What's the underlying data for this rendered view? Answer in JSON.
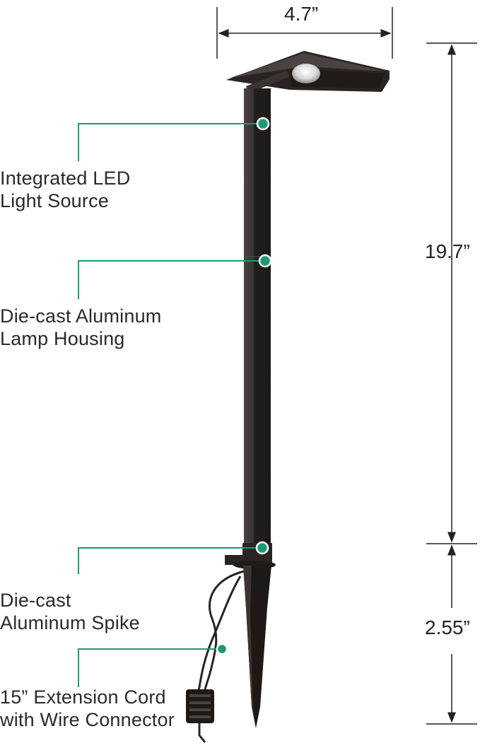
{
  "colors": {
    "accent": "#1a9a74",
    "lamp": "#2a2523",
    "lamp_highlight": "#4a4340",
    "dimension_line": "#222222"
  },
  "dimensions": {
    "width": "4.7”",
    "pole_height": "19.7”",
    "spike_height": "2.55”"
  },
  "callouts": [
    {
      "line1": "Integrated LED",
      "line2": "Light Source"
    },
    {
      "line1": "Die-cast Aluminum",
      "line2": "Lamp Housing"
    },
    {
      "line1": "Die-cast",
      "line2": "Aluminum Spike"
    },
    {
      "line1": "15” Extension Cord",
      "line2": "with Wire Connector"
    }
  ]
}
